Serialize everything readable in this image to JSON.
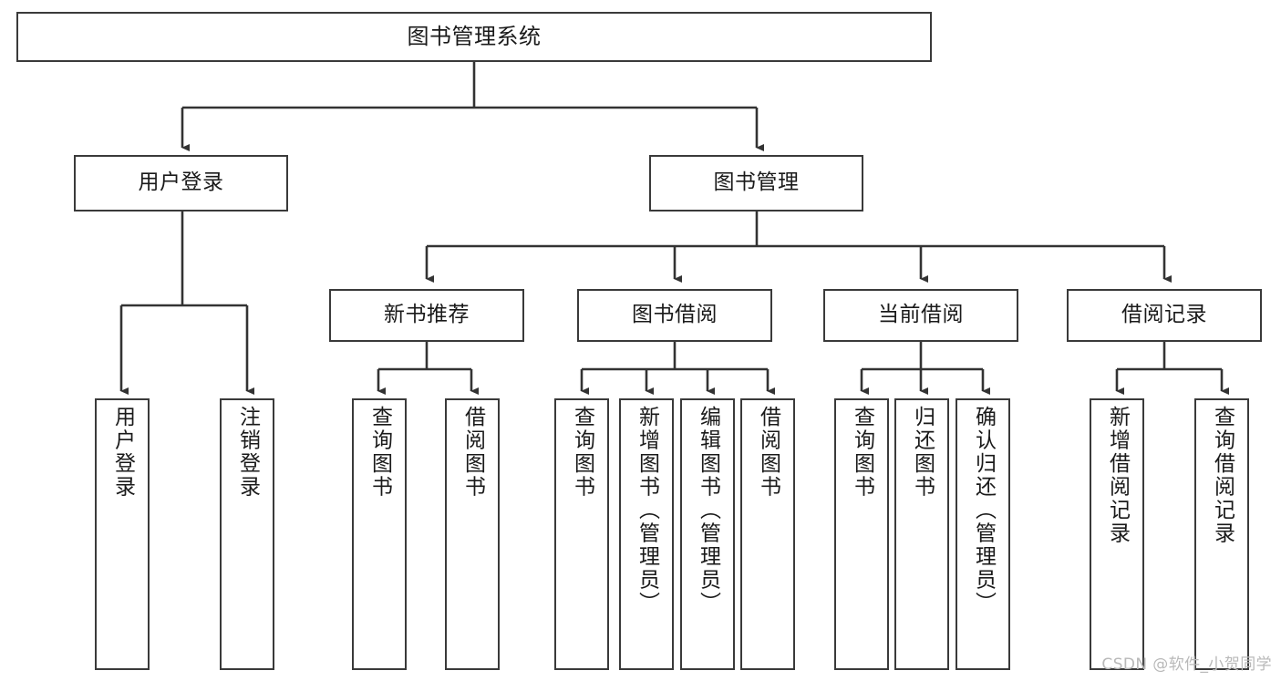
{
  "diagram": {
    "title": "图书管理系统",
    "type": "tree-hierarchy-chart",
    "colors": {
      "box_border": "#3a3a3a",
      "box_fill": "#ffffff",
      "connector": "#333333",
      "text": "#1a1a1a",
      "watermark": "#b9b9b9",
      "background": "#ffffff"
    }
  },
  "nodes": {
    "root": {
      "label": "图书管理系统"
    },
    "level2": [
      {
        "label": "用户登录"
      },
      {
        "label": "图书管理"
      }
    ],
    "level3": [
      {
        "label": "新书推荐"
      },
      {
        "label": "图书借阅"
      },
      {
        "label": "当前借阅"
      },
      {
        "label": "借阅记录"
      }
    ],
    "leaves_user_login": [
      {
        "label": "用户登录"
      },
      {
        "label": "注销登录"
      }
    ],
    "leaves_new_book": [
      {
        "label": "查询图书"
      },
      {
        "label": "借阅图书"
      }
    ],
    "leaves_borrow": [
      {
        "label": "查询图书"
      },
      {
        "label": "新增图书（管理员）"
      },
      {
        "label": "编辑图书（管理员）"
      },
      {
        "label": "借阅图书"
      }
    ],
    "leaves_current": [
      {
        "label": "查询图书"
      },
      {
        "label": "归还图书"
      },
      {
        "label": "确认归还（管理员）"
      }
    ],
    "leaves_records": [
      {
        "label": "新增借阅记录"
      },
      {
        "label": "查询借阅记录"
      }
    ]
  },
  "watermark": {
    "text": "CSDN @软件_小贺同学"
  }
}
